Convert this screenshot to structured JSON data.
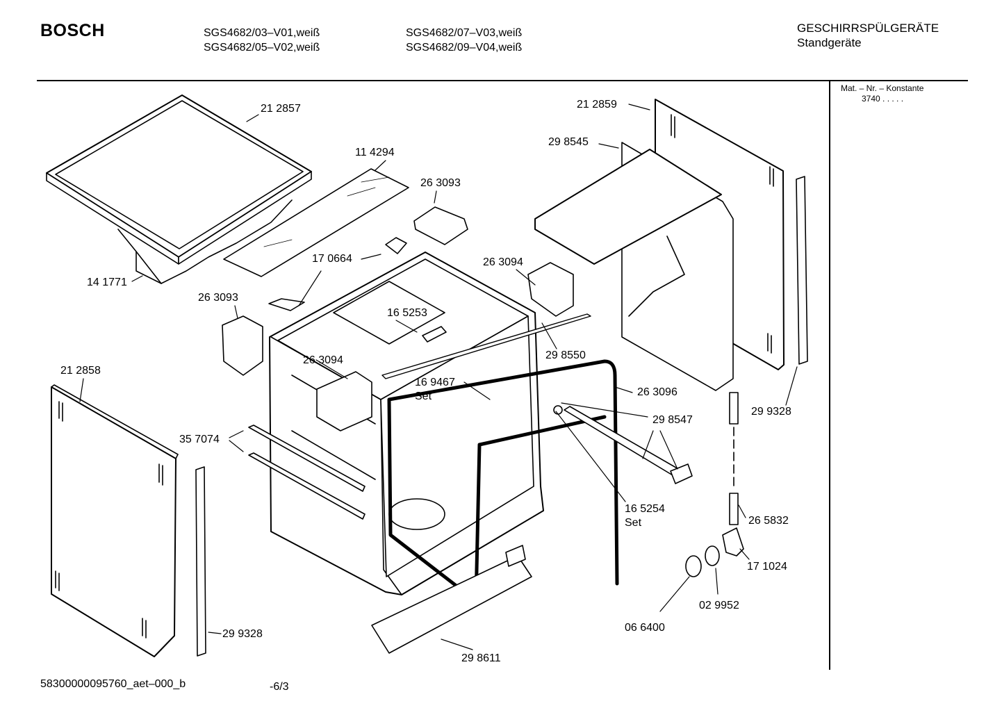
{
  "header": {
    "brand": "BOSCH",
    "models": [
      "SGS4682/03–V01,weiß",
      "SGS4682/05–V02,weiß",
      "SGS4682/07–V03,weiß",
      "SGS4682/09–V04,weiß"
    ],
    "category": "GESCHIRRSPÜLGERÄTE",
    "subcategory": "Standgeräte"
  },
  "constant": {
    "title": "Mat. – Nr. – Konstante",
    "value": "3740  .   .   .  .  ."
  },
  "parts": [
    "21 2857",
    "11 4294",
    "26 3093",
    "17 0664",
    "14 1771",
    "26 3094",
    "26 3093",
    "16 5253",
    "26 3094",
    "16 9467",
    "Set",
    "21 2859",
    "29 8545",
    "29 8550",
    "26 3096",
    "29 9328",
    "29 8547",
    "21 2858",
    "35 7074",
    "16 5254",
    "Set",
    "26 5832",
    "17 1024",
    "02 9952",
    "06 6400",
    "29 9328",
    "29 8611"
  ],
  "footer": {
    "doc_id": "58300000095760_aet–000_b",
    "page": "-6/3"
  }
}
